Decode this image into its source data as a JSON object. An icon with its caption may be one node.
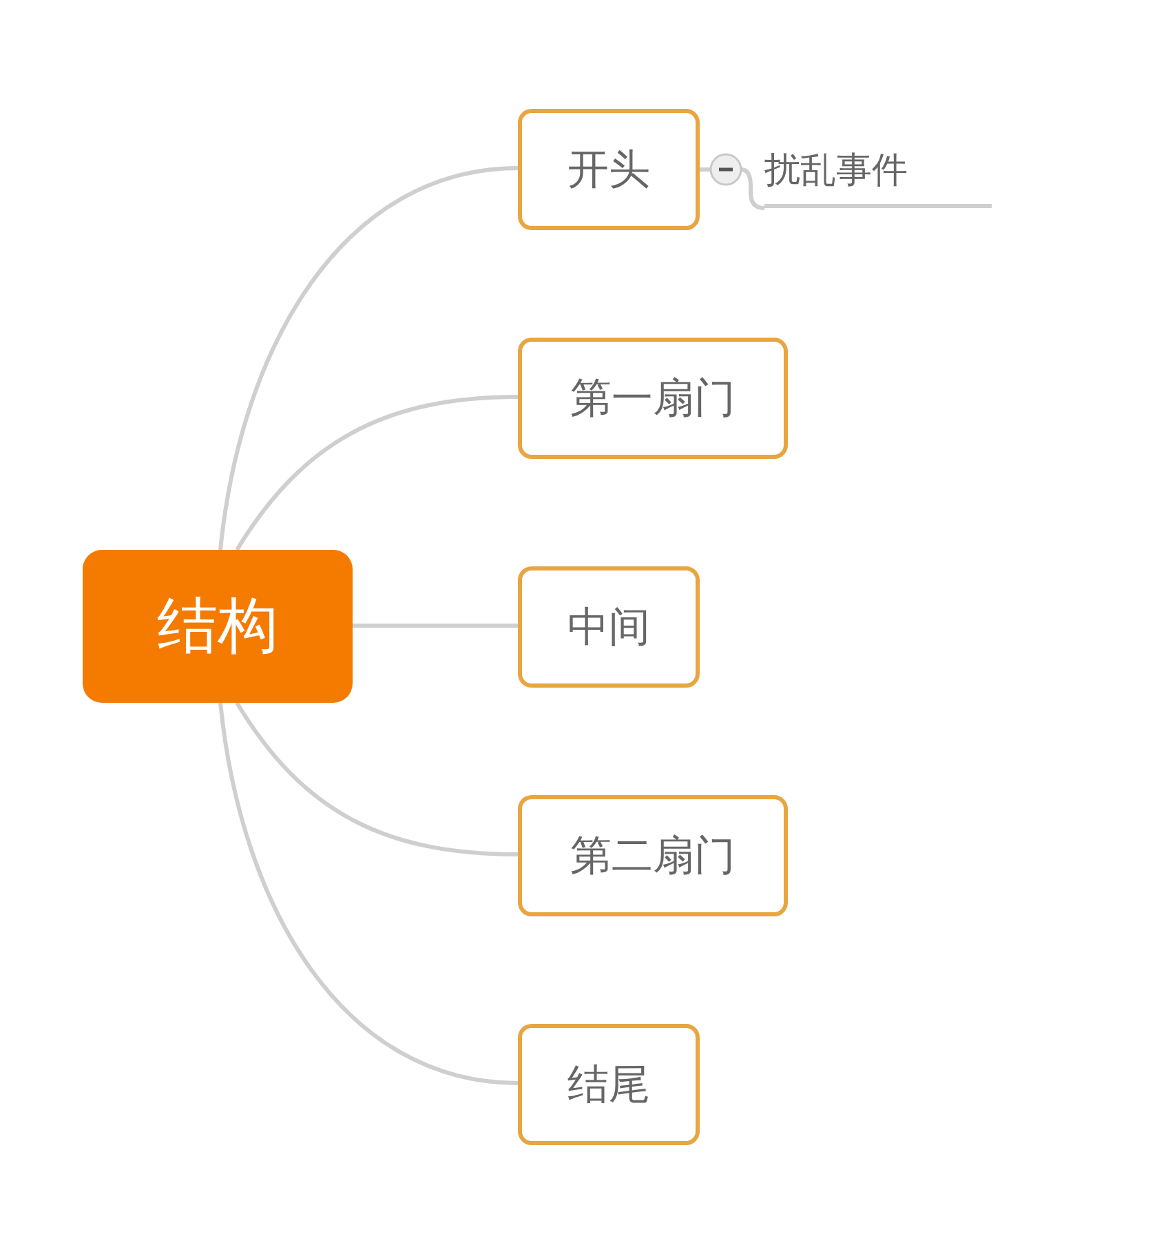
{
  "diagram": {
    "nodes": [
      {
        "text": [
          "结构"
        ]
      },
      {
        "text": [
          "开头"
        ]
      },
      {
        "text": [
          "第一扇门"
        ]
      },
      {
        "text": [
          "中间"
        ]
      },
      {
        "text": [
          "第二扇门"
        ]
      },
      {
        "text": [
          "结尾"
        ]
      },
      {
        "text": [
          "扰乱事件"
        ]
      }
    ],
    "edges": [
      {
        "from": 0,
        "to": 1,
        "arrow": "none"
      },
      {
        "from": 0,
        "to": 2,
        "arrow": "none"
      },
      {
        "from": 0,
        "to": 3,
        "arrow": "none"
      },
      {
        "from": 0,
        "to": 4,
        "arrow": "none"
      },
      {
        "from": 0,
        "to": 5,
        "arrow": "none"
      },
      {
        "from": 1,
        "to": 6,
        "arrow": "none"
      }
    ]
  }
}
